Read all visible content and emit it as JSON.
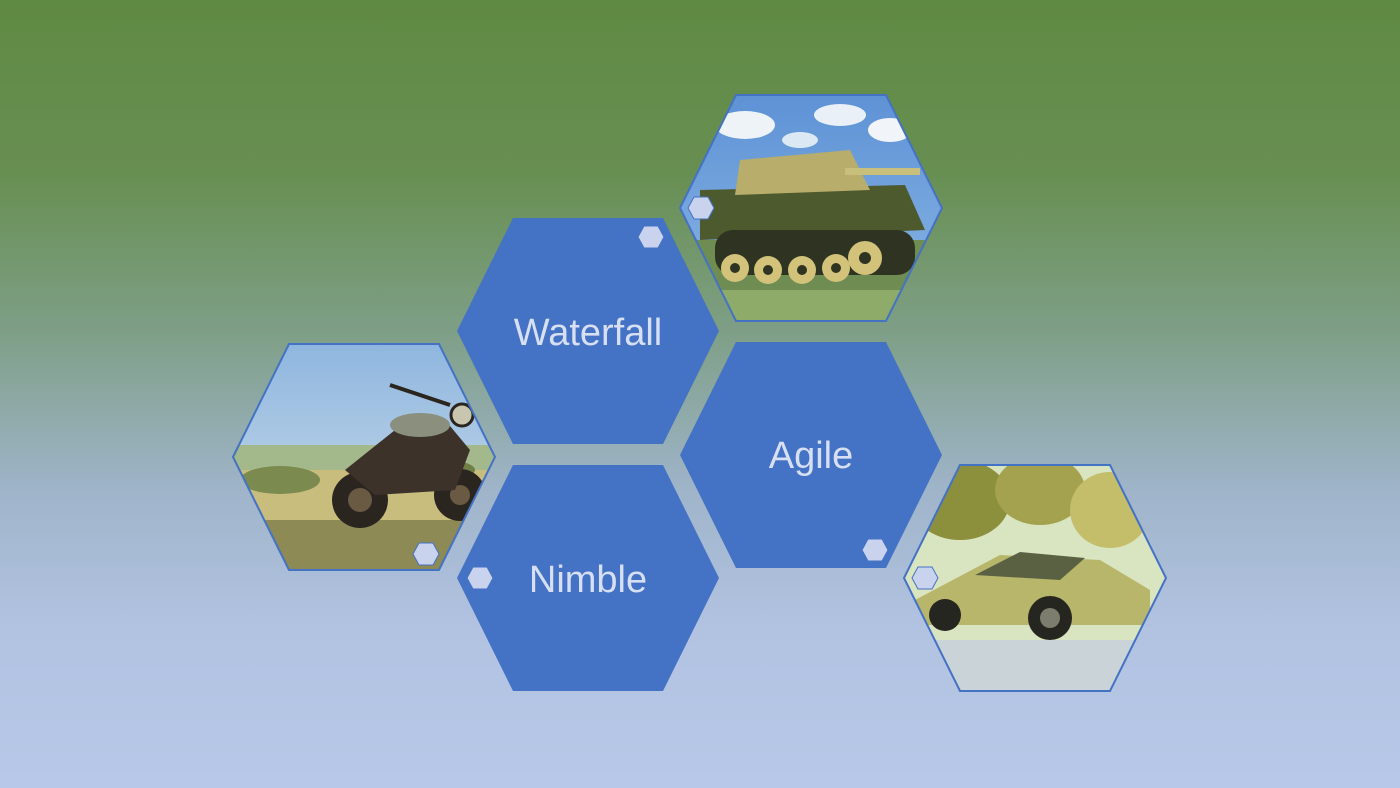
{
  "diagram": {
    "labels": {
      "waterfall": "Waterfall",
      "agile": "Agile",
      "nimble": "Nimble"
    },
    "photos": {
      "tank": "tank-photo",
      "motorcycle": "motorcycle-photo",
      "sports_car": "sports-car-photo"
    },
    "colors": {
      "hex_fill": "#4472c4",
      "hex_text": "#d7dff2",
      "small_hex": "#c9d3ee",
      "photo_border": "#4472c4"
    }
  }
}
